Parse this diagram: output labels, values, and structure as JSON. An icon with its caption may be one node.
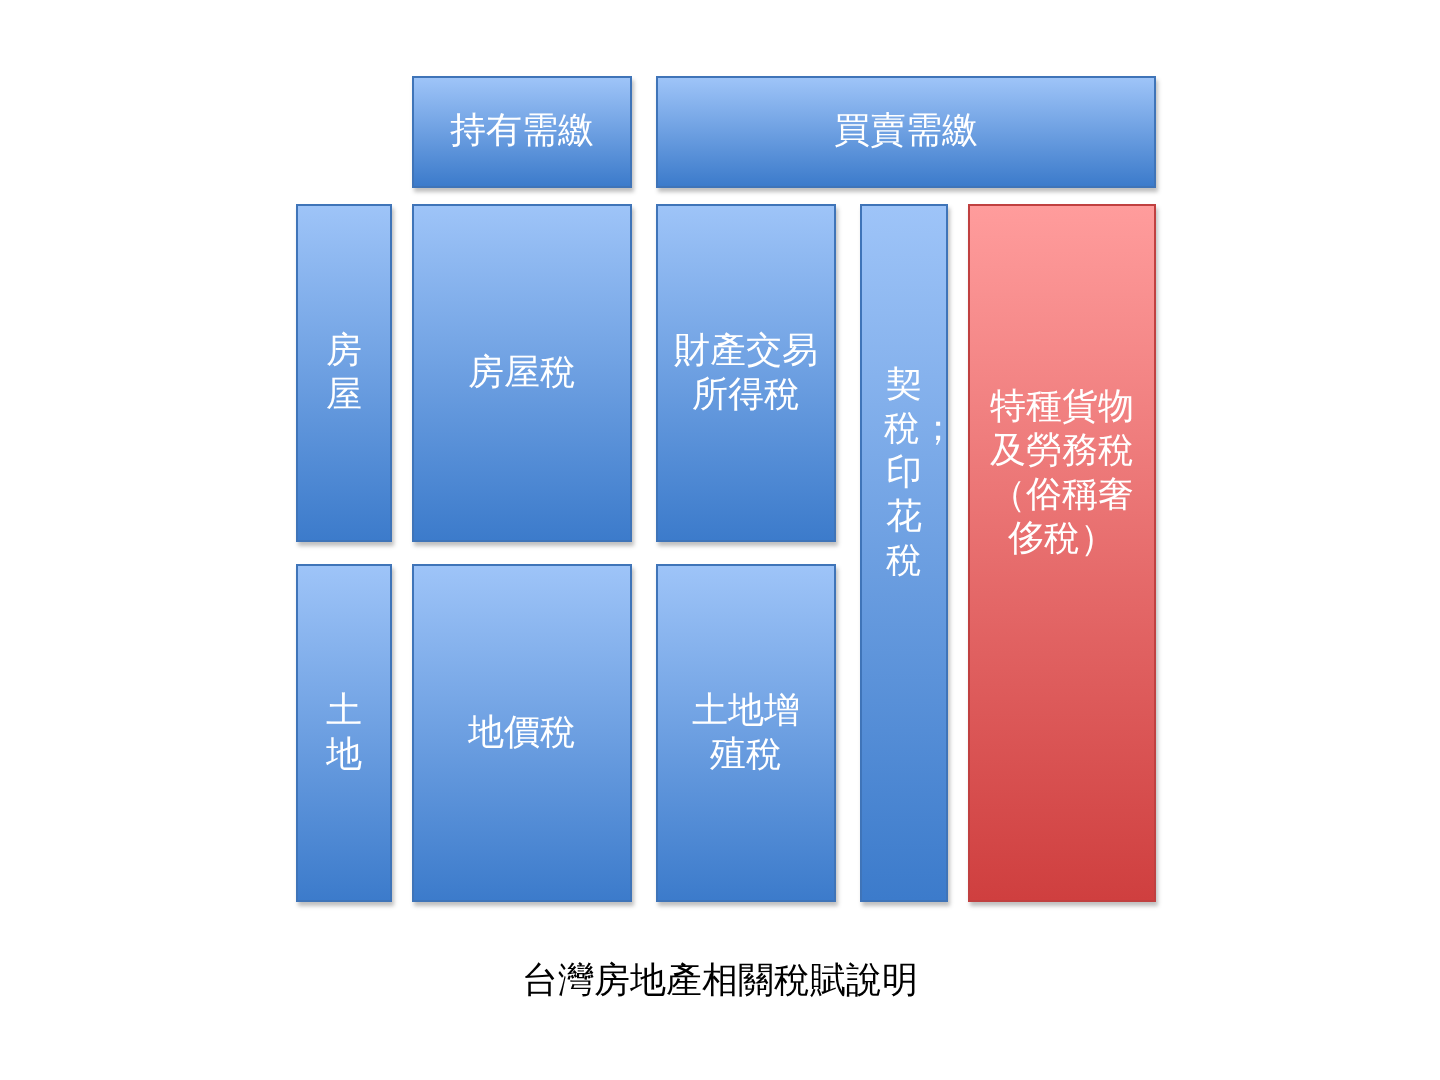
{
  "diagram": {
    "caption": "台灣房地產相關稅賦說明",
    "nodes": [
      {
        "text": [
          "持有需繳"
        ]
      },
      {
        "text": [
          "買賣需繳"
        ]
      },
      {
        "text": [
          "房屋"
        ]
      },
      {
        "text": [
          "房屋稅"
        ]
      },
      {
        "text": [
          "財產交易所得稅"
        ]
      },
      {
        "text": [
          "契稅；印花稅"
        ]
      },
      {
        "text": [
          "特種貨物及勞務稅（俗稱奢侈稅）"
        ]
      },
      {
        "text": [
          "土地"
        ]
      },
      {
        "text": [
          "地價稅"
        ]
      },
      {
        "text": [
          "土地增殖稅"
        ]
      }
    ]
  }
}
